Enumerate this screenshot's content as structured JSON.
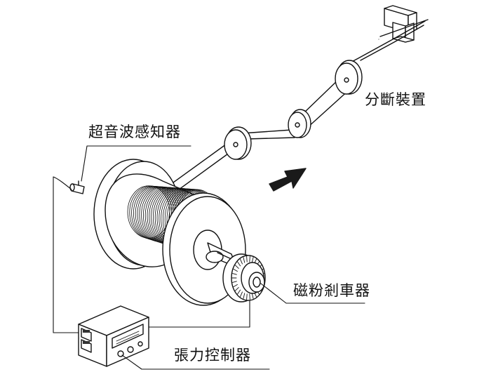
{
  "labels": {
    "ultrasonic_sensor": "超音波感知器",
    "cutting_device": "分斷裝置",
    "magnetic_brake": "磁粉剎車器",
    "tension_controller": "張力控制器"
  },
  "icons": {
    "flow_arrow": "arrow-right-up-icon"
  },
  "colors": {
    "line": "#111111",
    "fill": "#ffffff",
    "arrow": "#1a1a1a"
  }
}
